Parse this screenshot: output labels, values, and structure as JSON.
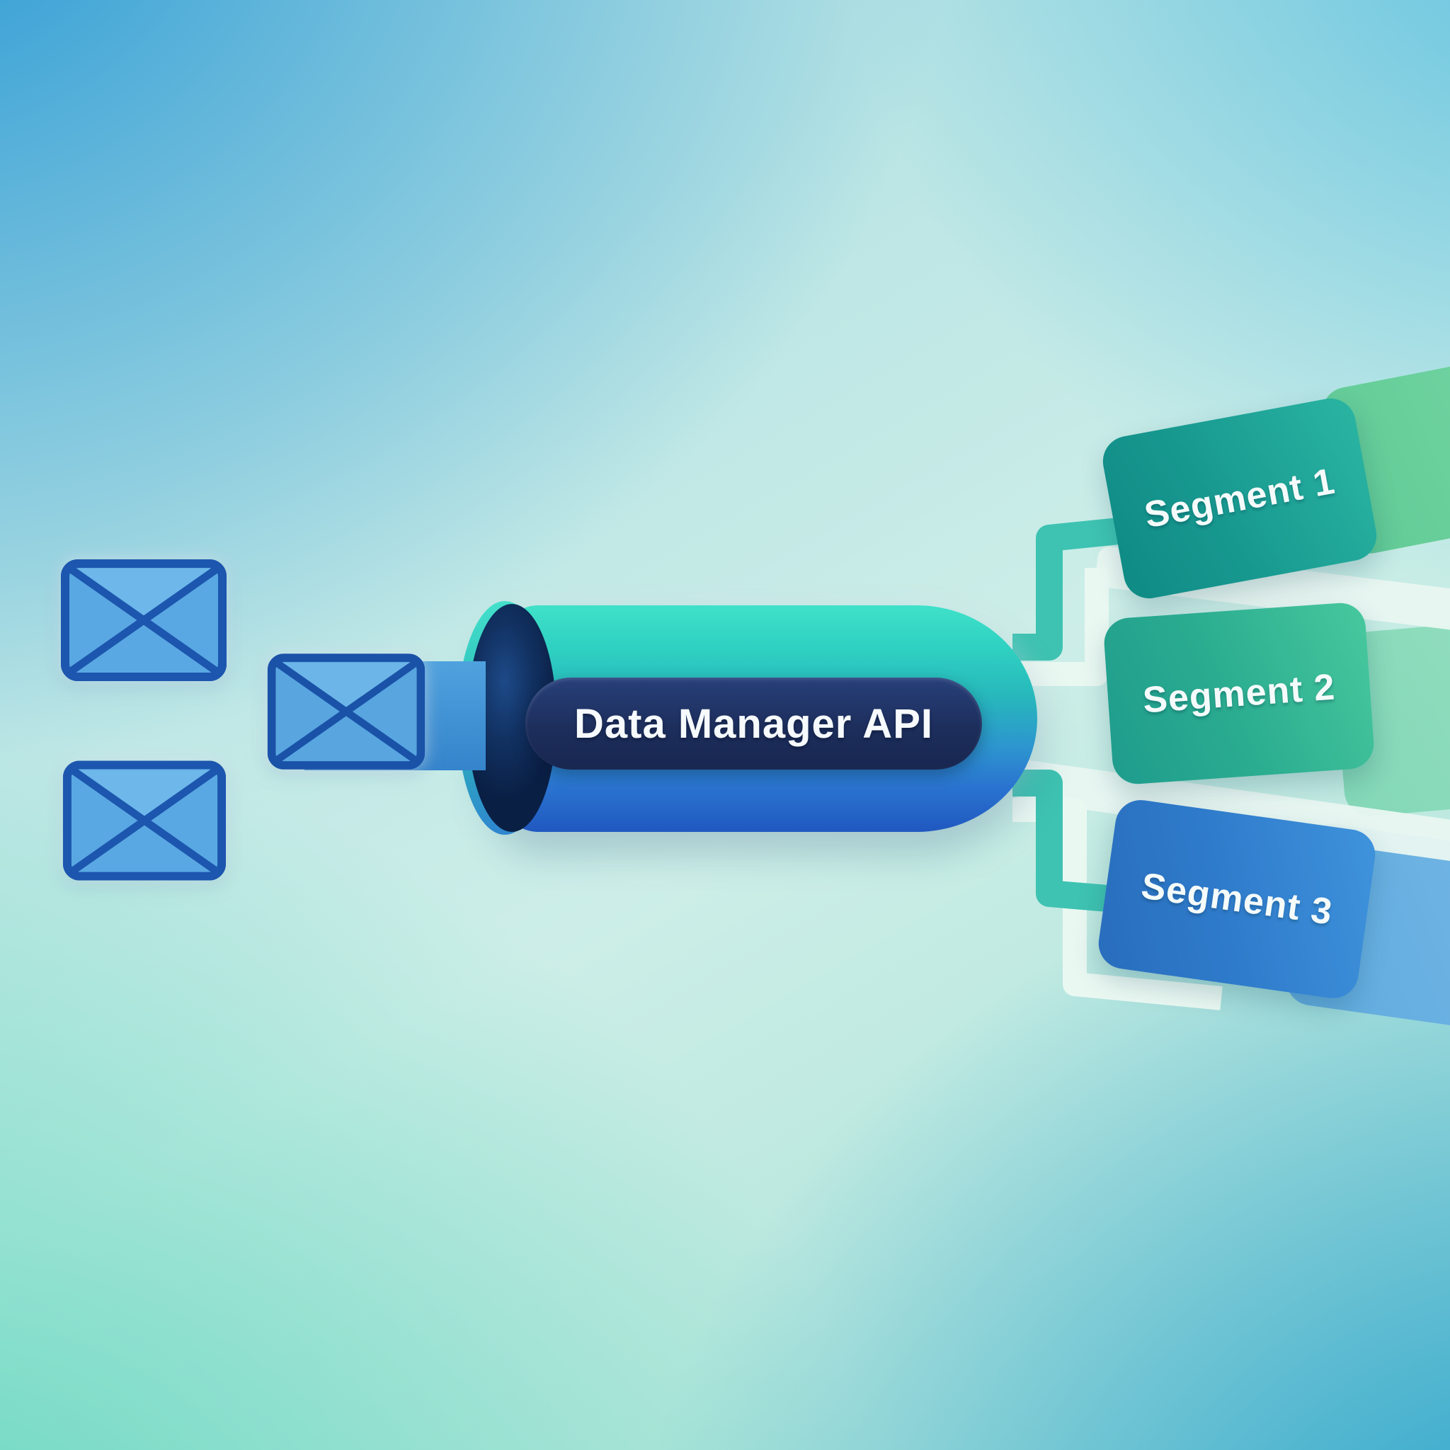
{
  "diagram": {
    "pipeline_label": "Data Manager API",
    "segments": [
      {
        "label": "Segment 1"
      },
      {
        "label": "Segment 2"
      },
      {
        "label": "Segment 3"
      }
    ],
    "inputs": [
      {
        "icon": "envelope-icon"
      },
      {
        "icon": "envelope-icon"
      },
      {
        "icon": "envelope-icon"
      }
    ],
    "colors": {
      "background_blue": "#2a9cd7",
      "background_mint": "#61d6bd",
      "cylinder_top": "#3fe1c9",
      "cylinder_bottom": "#2058c0",
      "pill_navy": "#1d2e5c",
      "segment1": "#17988f",
      "segment2": "#2aac90",
      "segment3": "#2f7bcb",
      "envelope_fill": "#5aa8e3",
      "envelope_stroke": "#1c56ae",
      "pipe_teal": "#3ec3b2",
      "pipe_light": "#eaf8f2",
      "label_text": "#f4fbfa"
    }
  }
}
